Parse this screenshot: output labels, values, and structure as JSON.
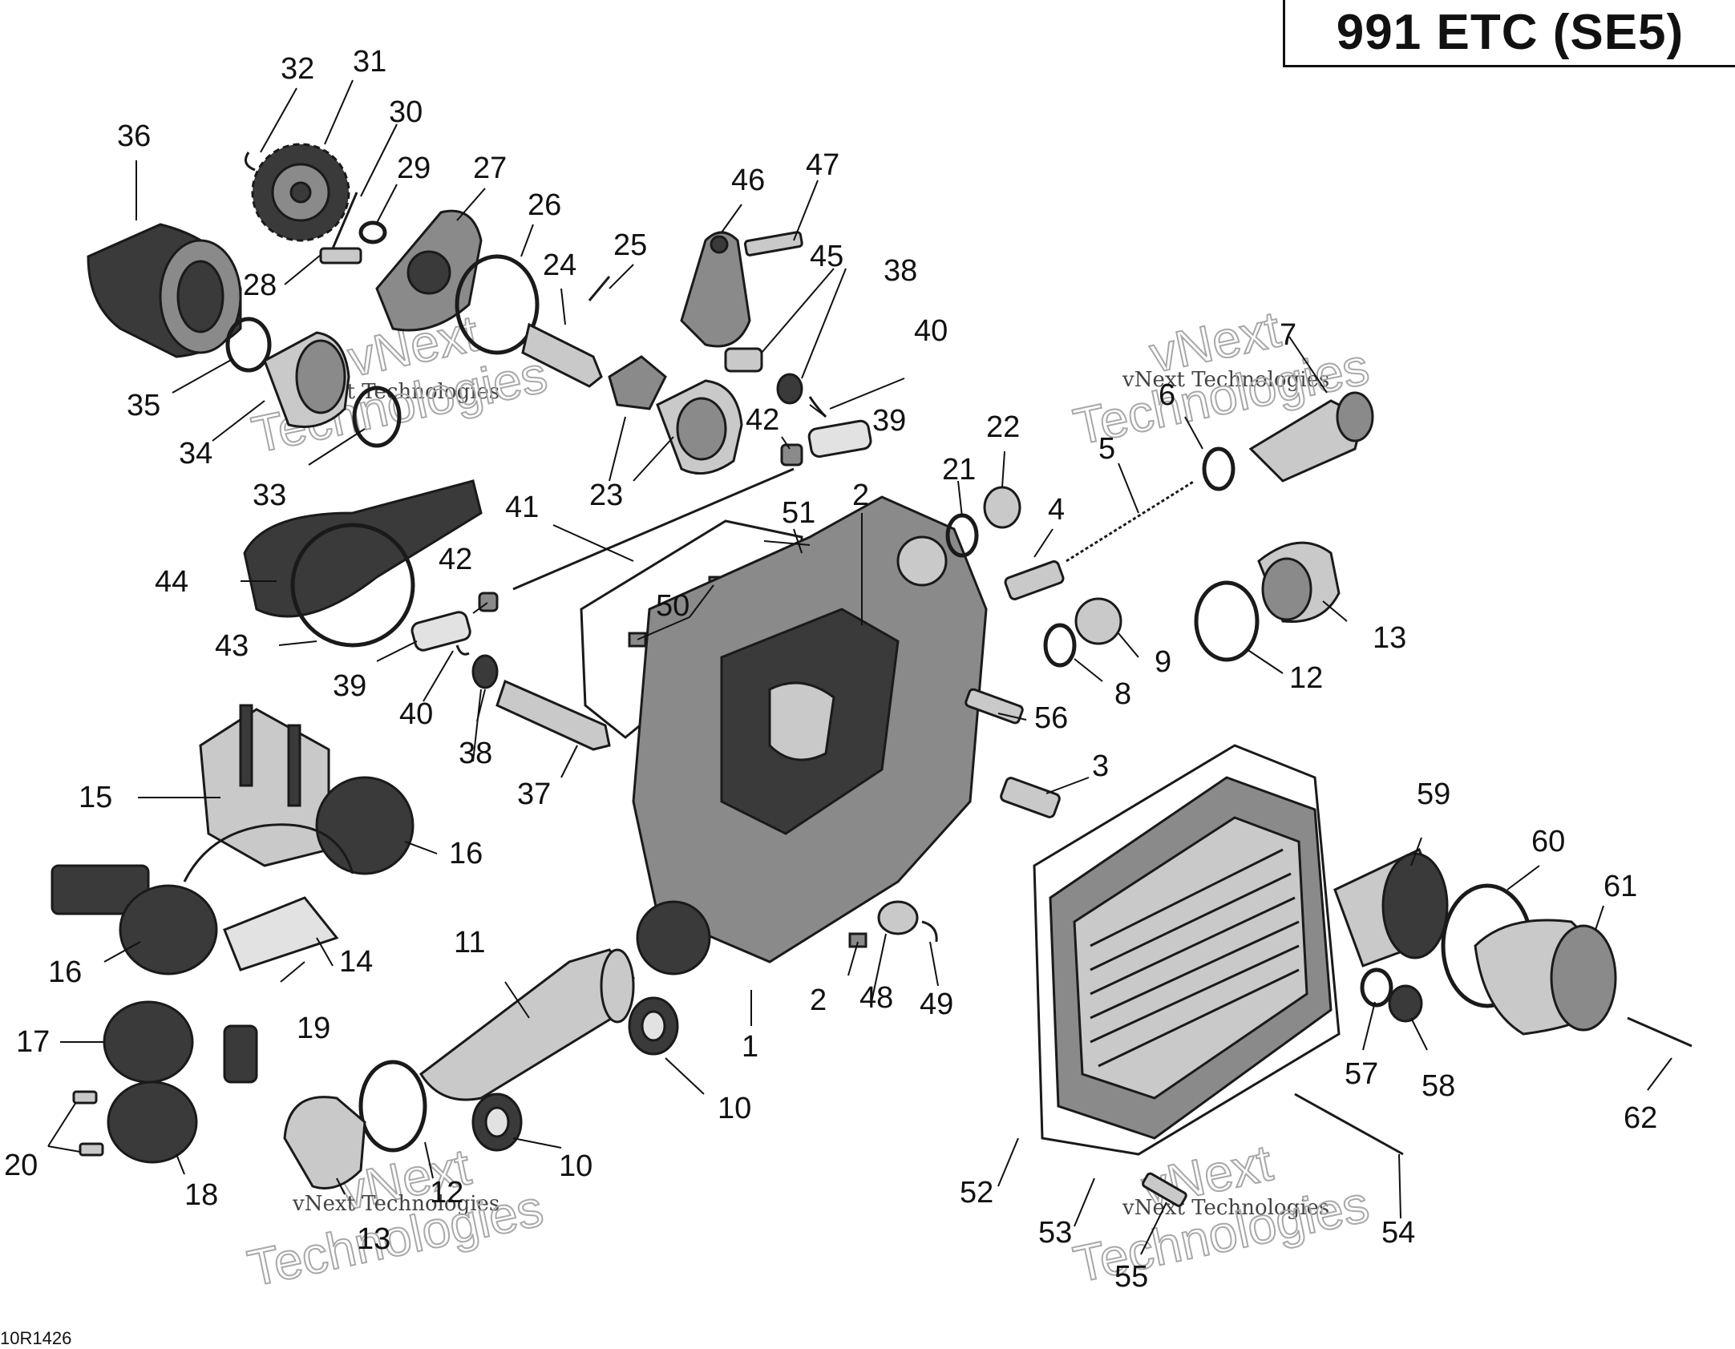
{
  "header": {
    "title": "991 ETC (SE5)"
  },
  "footer": {
    "reference_code": "10R1426"
  },
  "watermarks": [
    {
      "line1": "vNext",
      "line2": "vNext Technologies",
      "line3": "Technologies"
    }
  ],
  "callouts": [
    "1",
    "2",
    "3",
    "4",
    "5",
    "6",
    "7",
    "8",
    "9",
    "10",
    "11",
    "12",
    "13",
    "14",
    "15",
    "16",
    "17",
    "18",
    "19",
    "20",
    "21",
    "22",
    "23",
    "24",
    "25",
    "26",
    "27",
    "28",
    "29",
    "30",
    "31",
    "32",
    "33",
    "34",
    "35",
    "36",
    "37",
    "38",
    "39",
    "40",
    "41",
    "42",
    "43",
    "44",
    "45",
    "46",
    "47",
    "48",
    "49",
    "50",
    "51",
    "52",
    "53",
    "54",
    "55",
    "56",
    "57",
    "58",
    "59",
    "60",
    "61",
    "62"
  ]
}
